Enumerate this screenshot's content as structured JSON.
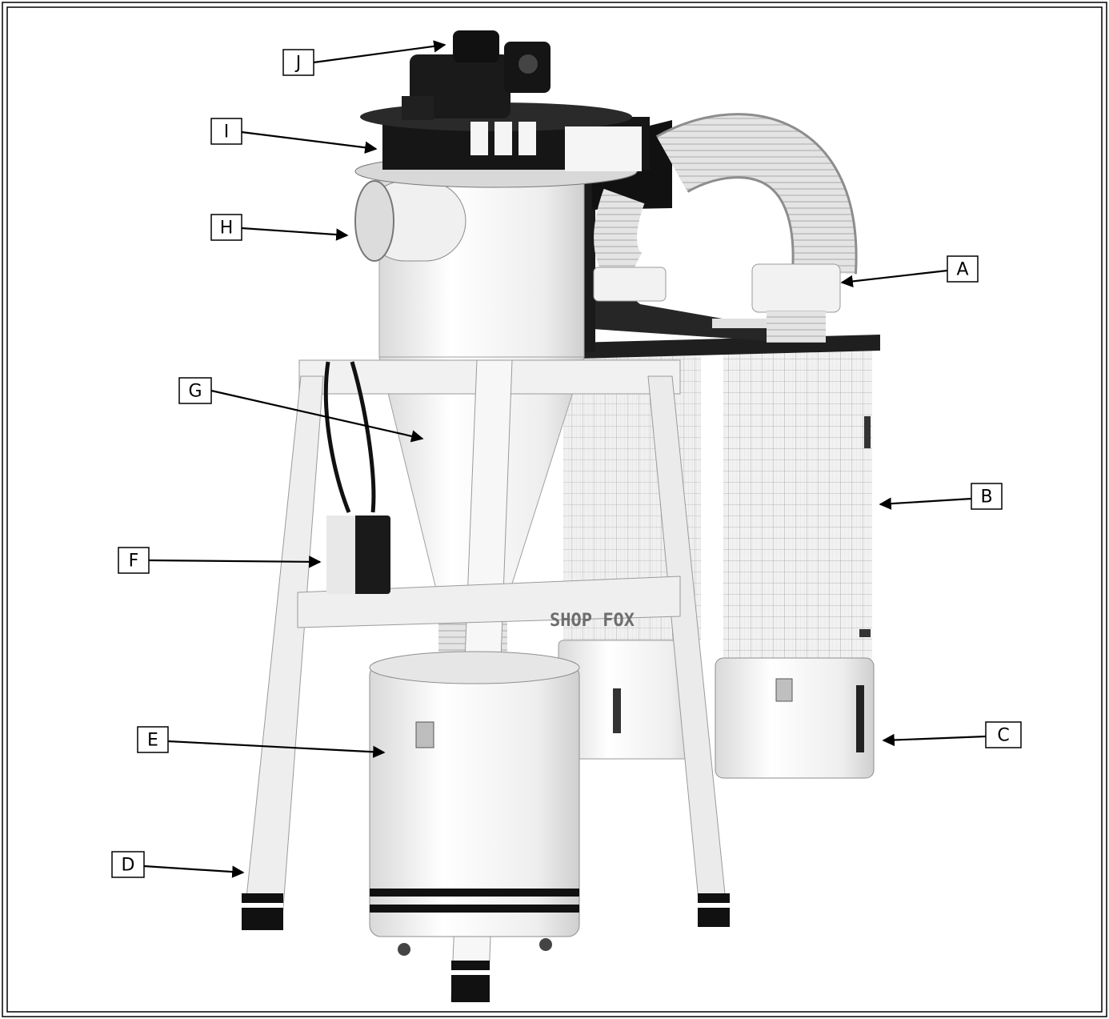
{
  "brand_stencil": "SHOP FOX",
  "callouts": [
    {
      "id": "A",
      "label": "A"
    },
    {
      "id": "B",
      "label": "B"
    },
    {
      "id": "C",
      "label": "C"
    },
    {
      "id": "D",
      "label": "D"
    },
    {
      "id": "E",
      "label": "E"
    },
    {
      "id": "F",
      "label": "F"
    },
    {
      "id": "G",
      "label": "G"
    },
    {
      "id": "H",
      "label": "H"
    },
    {
      "id": "I",
      "label": "I"
    },
    {
      "id": "J",
      "label": "J"
    }
  ]
}
